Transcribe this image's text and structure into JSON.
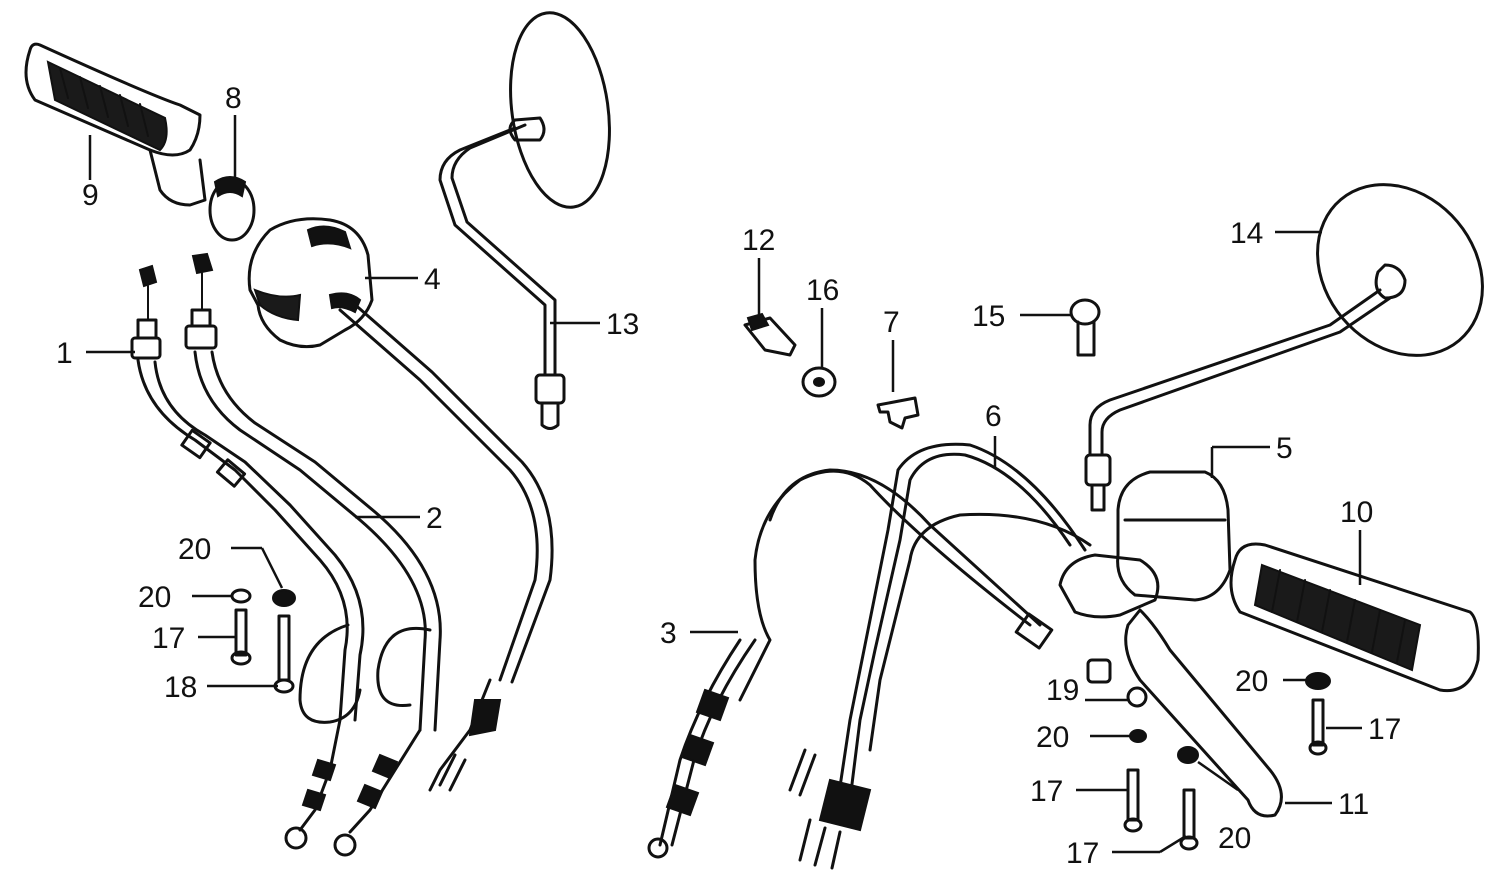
{
  "callouts": [
    {
      "id": "c1",
      "text": "1"
    },
    {
      "id": "c2",
      "text": "2"
    },
    {
      "id": "c3",
      "text": "3"
    },
    {
      "id": "c4",
      "text": "4"
    },
    {
      "id": "c5",
      "text": "5"
    },
    {
      "id": "c6",
      "text": "6"
    },
    {
      "id": "c7",
      "text": "7"
    },
    {
      "id": "c8",
      "text": "8"
    },
    {
      "id": "c9",
      "text": "9"
    },
    {
      "id": "c10",
      "text": "10"
    },
    {
      "id": "c11",
      "text": "11"
    },
    {
      "id": "c12",
      "text": "12"
    },
    {
      "id": "c13",
      "text": "13"
    },
    {
      "id": "c14",
      "text": "14"
    },
    {
      "id": "c15",
      "text": "15"
    },
    {
      "id": "c16",
      "text": "16"
    },
    {
      "id": "c17a",
      "text": "17"
    },
    {
      "id": "c17b",
      "text": "17"
    },
    {
      "id": "c17c",
      "text": "17"
    },
    {
      "id": "c17d",
      "text": "17"
    },
    {
      "id": "c18",
      "text": "18"
    },
    {
      "id": "c19",
      "text": "19"
    },
    {
      "id": "c20a",
      "text": "20"
    },
    {
      "id": "c20b",
      "text": "20"
    },
    {
      "id": "c20c",
      "text": "20"
    },
    {
      "id": "c20d",
      "text": "20"
    },
    {
      "id": "c20e",
      "text": "20"
    }
  ]
}
